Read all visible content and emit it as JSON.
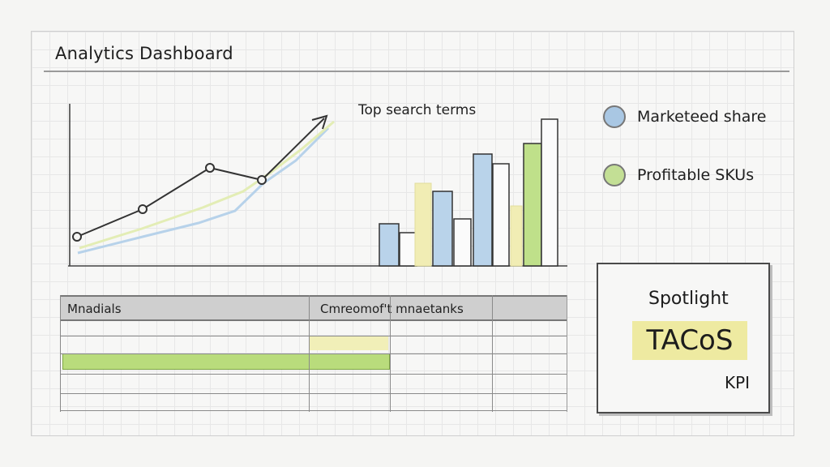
{
  "header": {
    "title": "Analytics Dashboard"
  },
  "line_chart": {
    "label": "Top search terms"
  },
  "legend": {
    "items": [
      {
        "label": "Marketeed share",
        "color": "#a9c7e3",
        "icon": "blue-circle"
      },
      {
        "label": "Profitable SKUs",
        "color": "#c3df95",
        "icon": "green-circle"
      }
    ]
  },
  "table": {
    "columns": [
      "Mnadials",
      "Cmreomof't mnaetanks"
    ]
  },
  "spotlight": {
    "title": "Spotlight",
    "value": "TACoS",
    "caption": "KPI"
  },
  "colors": {
    "blue": "#b9d3ea",
    "green": "#bfe08a",
    "yellow": "#f1edb4",
    "white_bar": "#fbfbfb",
    "highlight": "#eeeaa1"
  }
}
